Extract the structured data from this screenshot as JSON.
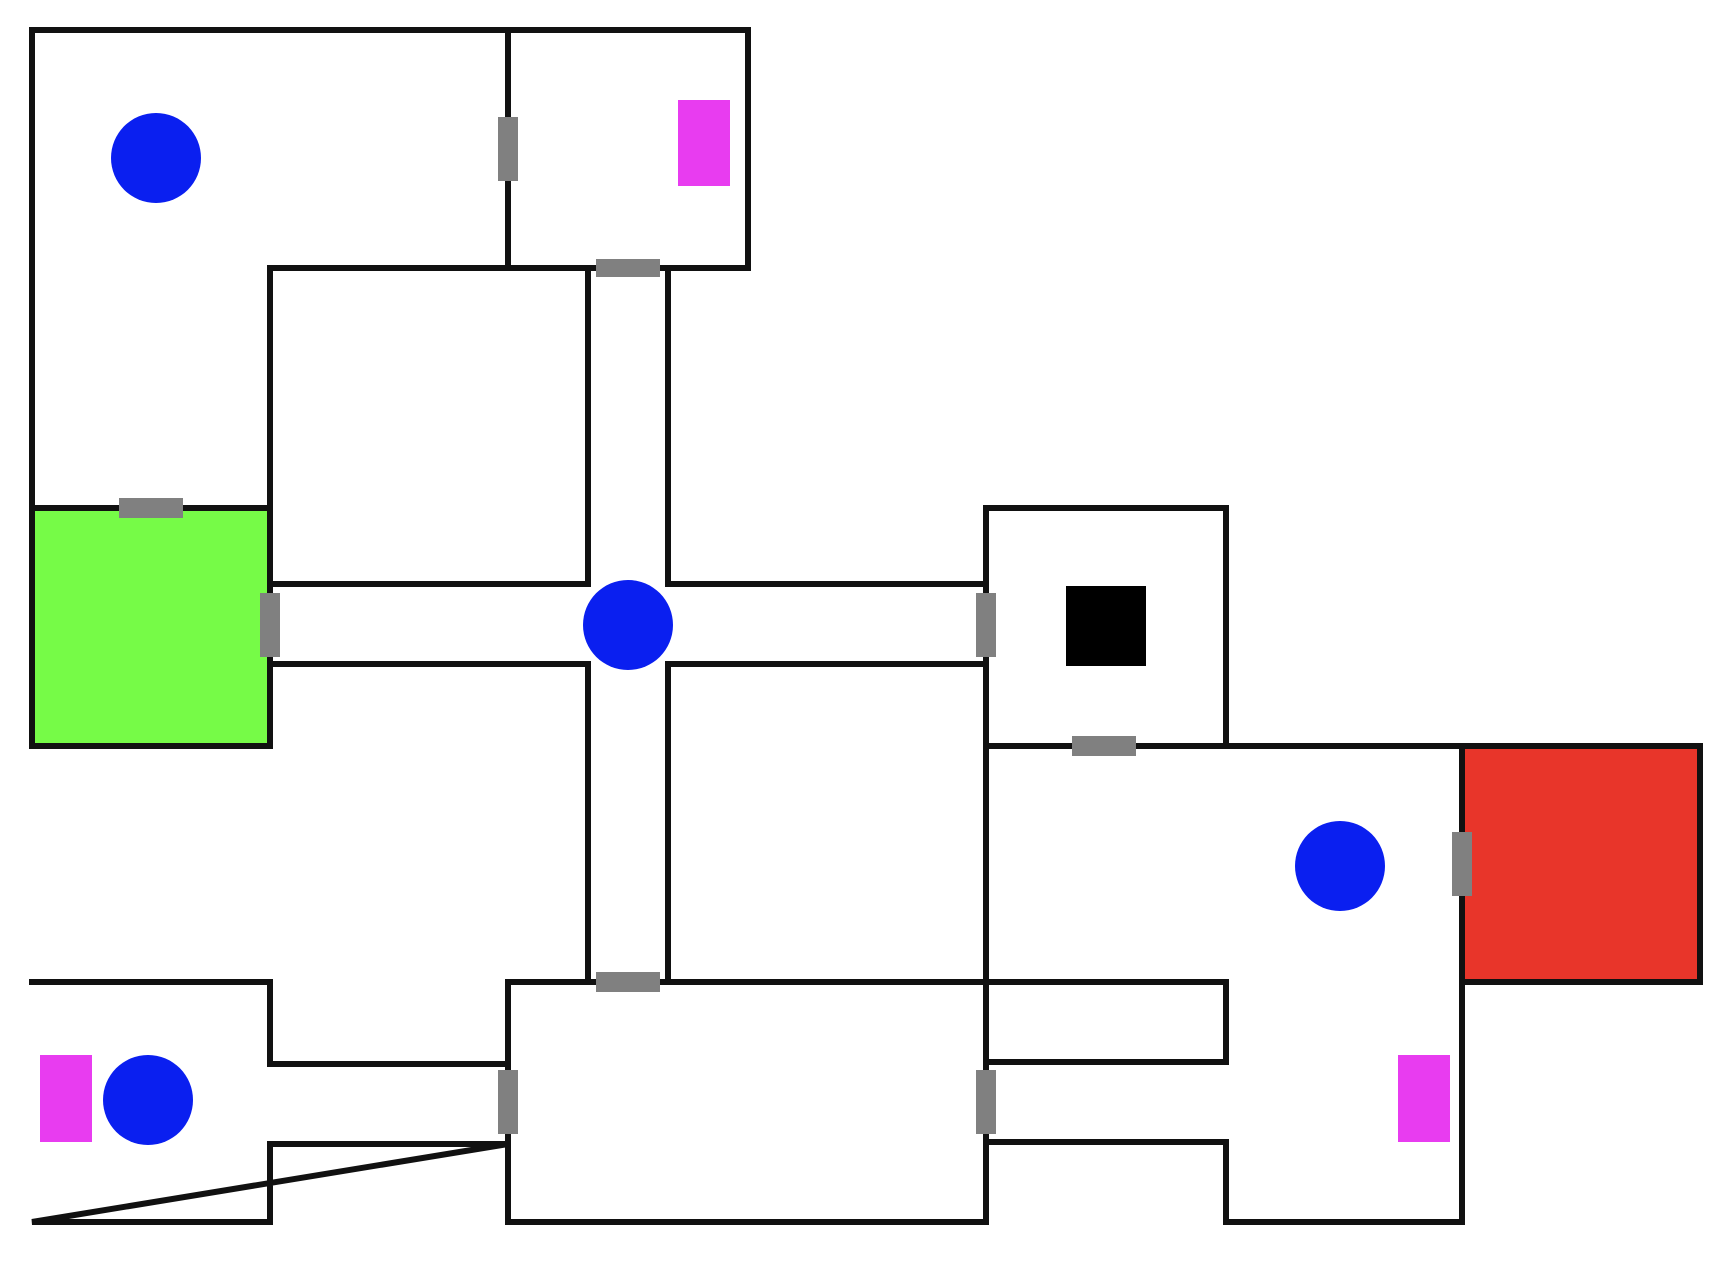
{
  "colors": {
    "background": "#ffffff",
    "wall": "#111111",
    "door": "#808080",
    "agent": "#0a1ff0",
    "key": "#e83cf0",
    "block": "#000000",
    "start_zone": "#76fb47",
    "goal_zone": "#e8352a"
  },
  "objects": {
    "agents": [
      "agent",
      "agent",
      "agent",
      "agent"
    ],
    "keys": [
      "key",
      "key",
      "key"
    ],
    "blocks": [
      "block"
    ],
    "zones": [
      "start-zone",
      "goal-zone"
    ]
  }
}
